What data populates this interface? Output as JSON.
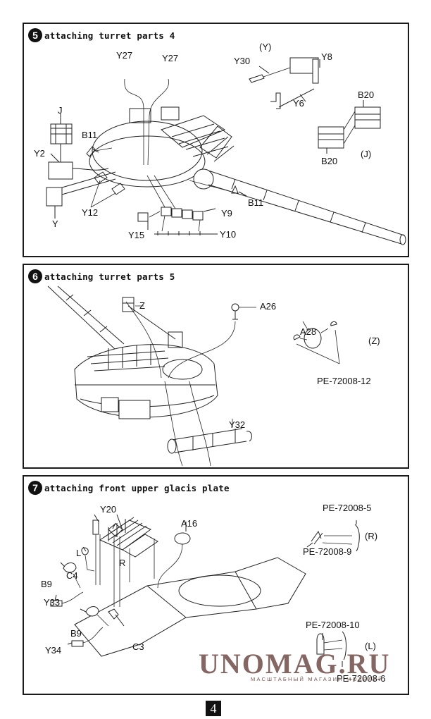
{
  "page": {
    "number": "4"
  },
  "steps": [
    {
      "number": "5",
      "title": "attaching turret parts 4",
      "labels": {
        "y27_a": "Y27",
        "y27_b": "Y27",
        "j": "J",
        "b11_a": "B11",
        "y2": "Y2",
        "y12": "Y12",
        "y": "Y",
        "y15": "Y15",
        "y9": "Y9",
        "y10": "Y10",
        "b11_b": "B11",
        "y_detail": "(Y)",
        "y30": "Y30",
        "y8": "Y8",
        "y6": "Y6",
        "b20_a": "B20",
        "b20_b": "B20",
        "j_detail": "(J)"
      }
    },
    {
      "number": "6",
      "title": "attaching turret parts 5",
      "labels": {
        "z": "Z",
        "a26": "A26",
        "a28": "A28",
        "z_detail": "(Z)",
        "pe12": "PE-72008-12",
        "y32": "Y32"
      }
    },
    {
      "number": "7",
      "title": "attaching front upper glacis plate",
      "labels": {
        "y20": "Y20",
        "a16": "A16",
        "l": "L",
        "r": "R",
        "c4": "C4",
        "b9_a": "B9",
        "y33": "Y33",
        "b9_b": "B9",
        "y34": "Y34",
        "c3": "C3",
        "pe5": "PE-72008-5",
        "r_detail": "(R)",
        "pe9": "PE-72008-9",
        "pe10": "PE-72008-10",
        "l_detail": "(L)",
        "pe6": "PE-72008-6"
      }
    }
  ],
  "watermark": {
    "brand": "UNOMAG.RU",
    "tagline": "МАСШТАБНЫЙ МАГАЗИН МОДЕЛЕЙ",
    "color": "#7a5a55"
  }
}
